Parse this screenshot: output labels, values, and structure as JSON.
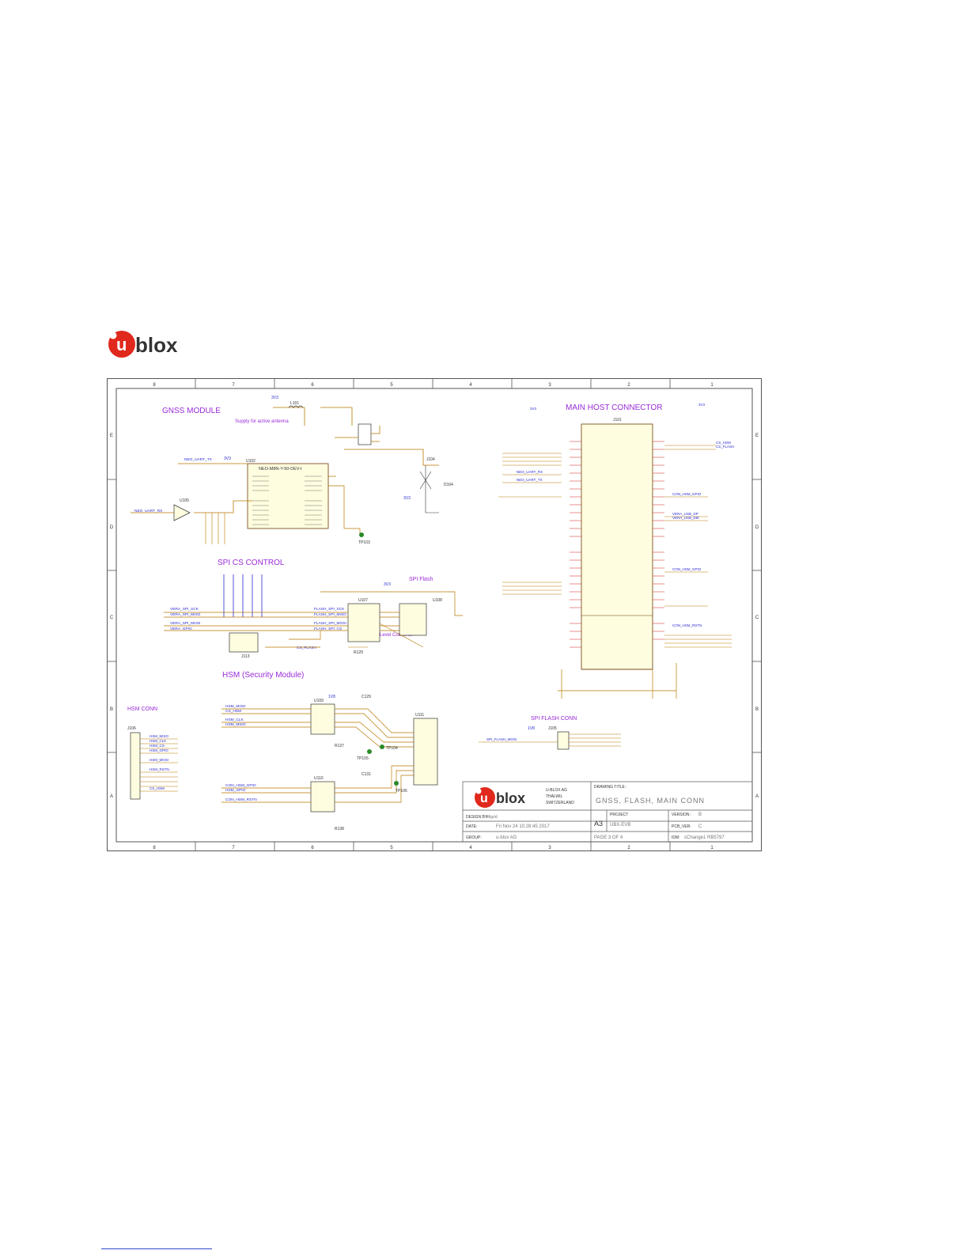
{
  "logo": {
    "u": "u",
    "text": "blox"
  },
  "sheet": {
    "col_labels": [
      "8",
      "7",
      "6",
      "5",
      "4",
      "3",
      "2",
      "1"
    ],
    "row_labels": [
      "E",
      "D",
      "C",
      "B",
      "A"
    ],
    "sections": {
      "gnss": "GNSS MODULE",
      "antenna_supply": "Supply for active antenna",
      "spi_cs": "SPI CS CONTROL",
      "spi_flash": "SPI Flash",
      "level_converter": "Level Converter",
      "hsm": "HSM (Security Module)",
      "hsm_conn": "HSM CONN",
      "main_host": "MAIN HOST CONNECTOR",
      "spi_flash_conn": "SPI FLASH CONN"
    },
    "components": {
      "neo": "NEO-M8N-Y-50-DEV-I",
      "u102": "U102",
      "u105": "U105",
      "l101": "L101",
      "j104": "J104",
      "d104": "D104",
      "tp103": "TP103",
      "j113": "J113",
      "u107": "U107",
      "u108": "U108",
      "r129": "R129",
      "j101": "J101",
      "j105": "J105",
      "j106": "J106",
      "u109": "U109",
      "u110": "U110",
      "u111": "U111",
      "tp104": "TP104",
      "tp105": "TP105",
      "tp106": "TP106",
      "r137": "R137",
      "r138": "R138",
      "c129": "C129",
      "c131": "C131"
    },
    "nets": {
      "neo_uart_rx": "NEO_UART_RX",
      "neo_uart_tx": "NEO_UART_TX",
      "cs_flash": "CS_FLASH",
      "cs_hsm": "CS_HSM",
      "vera_spi_sck": "VERA_SPI_SCK",
      "vera_spi_miso": "VERA_SPI_MISO",
      "vera_spi_mosi": "VERA_SPI_MOSI",
      "vera_gpio": "VERA_GPIO",
      "flash_spi_sck": "FLASH_SPI_SCK",
      "flash_spi_miso": "FLASH_SPI_MISO",
      "flash_spi_mosi": "FLASH_SPI_MOSI",
      "flash_spi_cs": "FLASH_SPI_CS",
      "hsm_miso": "HSM_MISO",
      "hsm_clk": "HSM_CLK",
      "hsm_cs": "HSM_CS",
      "hsm_gpio": "HSM_GPIO",
      "hsm_mosi": "HSM_MOSI",
      "hsm_rstn": "HSM_RSTN",
      "con_hsm_gpio": "CON_HSM_GPIO",
      "con_hsm_rstn": "CON_HSM_RSTN",
      "vera_usb_dp": "VERA_USB_DP",
      "vera_usb_dm": "VERA_USB_DM",
      "spi_flash_mosi": "SPI_FLASH_MOSI",
      "v3v3": "3V3",
      "v1v8": "1V8"
    },
    "title_block": {
      "company": "U-BLOX AG",
      "address1": "THALWIL",
      "address2": "SWITZERLAND",
      "drawing_title_label": "DRAWING TITLE :",
      "drawing_title": "GNSS, FLASH, MAIN CONN",
      "size": "A3",
      "project_label": "PROJECT",
      "project": "UBX-EVB",
      "version_label": "VERSION :",
      "version": "B",
      "pcb_label": "PCB_VER: ",
      "pcb": "C",
      "design_label": "DESIGN BY:",
      "design": "Migrid",
      "date_label": "DATE:",
      "date": "Fri Nov 24 10:28:45 2017",
      "page": "PAGE 3 OF 4",
      "group_label": "GROUP:",
      "group": "u-blox AG",
      "idm_label": "IDM:",
      "idm": "sChange1 RB5797"
    }
  }
}
